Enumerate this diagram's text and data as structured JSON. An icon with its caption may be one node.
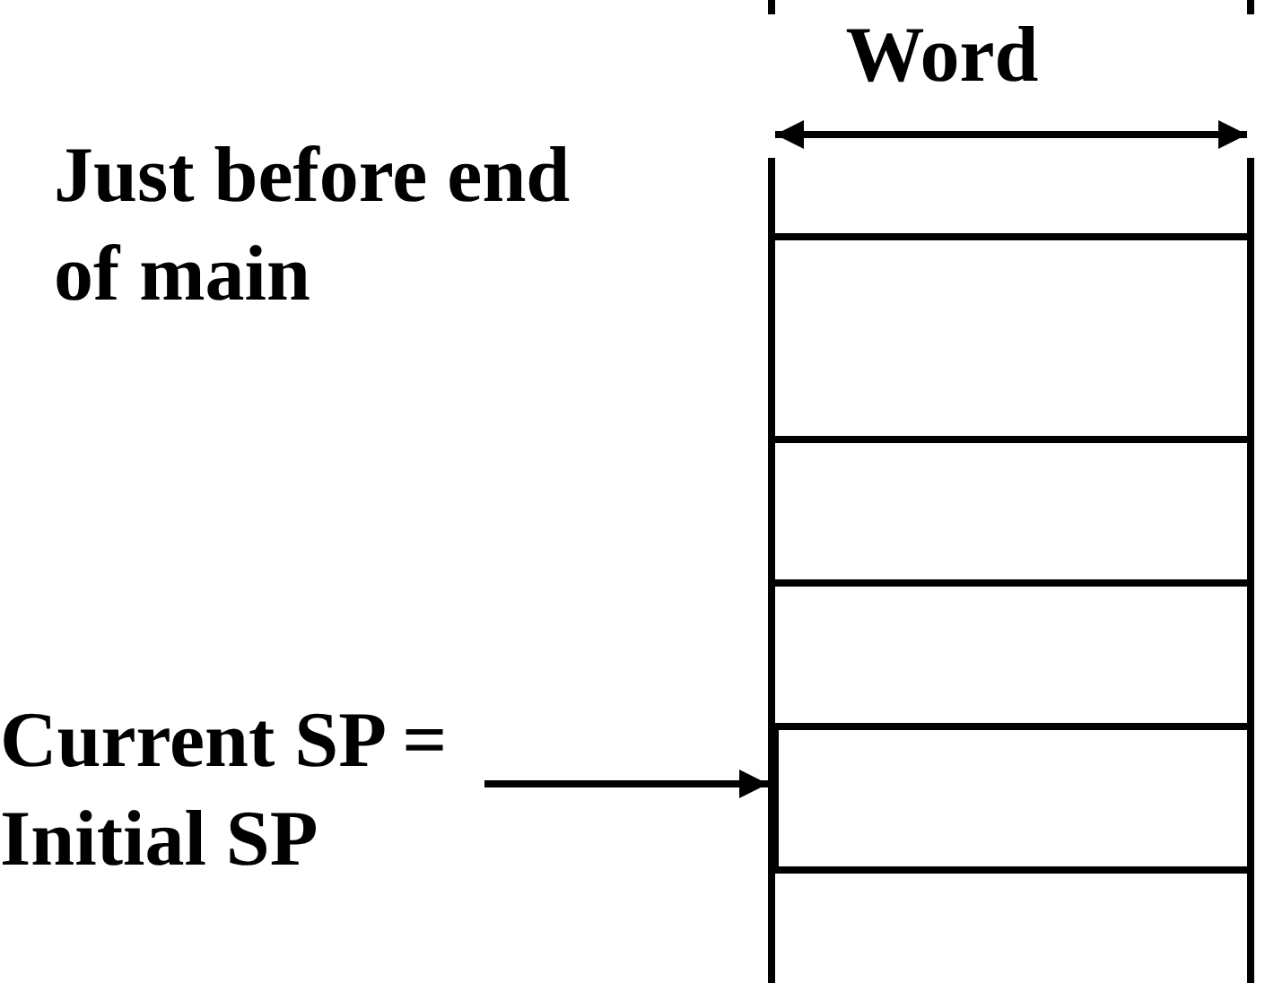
{
  "diagram": {
    "nodes": [
      {
        "text": [
          "Current SP = Initial SP"
        ]
      },
      {
        "text": [],
        "shape": "box"
      }
    ],
    "edges": [
      {
        "from": 0,
        "to": 1,
        "arrow": "to"
      }
    ],
    "labels": [
      "Word",
      "Just before end of main"
    ]
  }
}
